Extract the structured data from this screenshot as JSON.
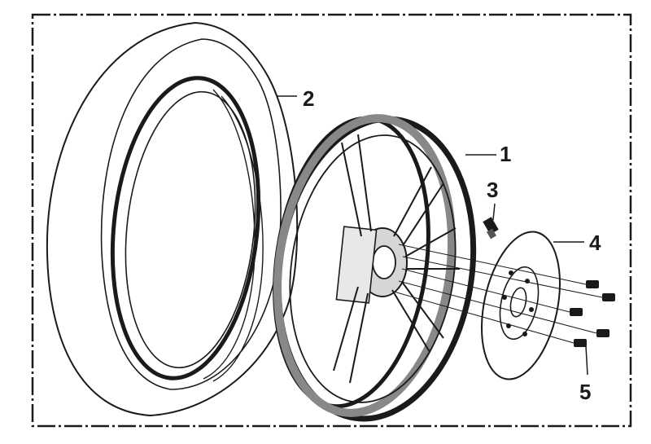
{
  "diagram": {
    "title": "",
    "callouts": [
      {
        "id": "1",
        "part": "rim"
      },
      {
        "id": "2",
        "part": "tire"
      },
      {
        "id": "3",
        "part": "valve"
      },
      {
        "id": "4",
        "part": "brake-disc"
      },
      {
        "id": "5",
        "part": "bolt"
      }
    ],
    "colors": {
      "ink": "#1a1a1a",
      "paper": "#ffffff",
      "rim_shade": "#bdbdbd",
      "hub_shade": "#d6d6d6"
    }
  }
}
